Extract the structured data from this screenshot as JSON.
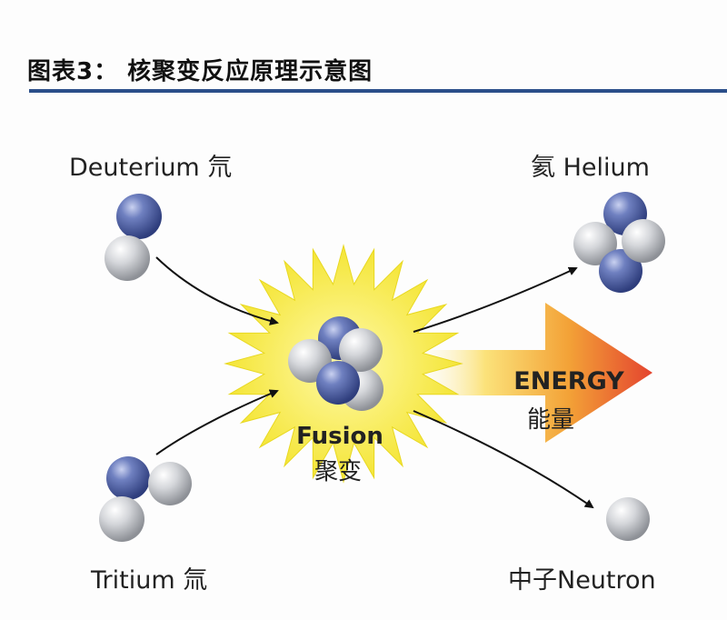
{
  "title": "图表3：  核聚变反应原理示意图",
  "labels": {
    "deuterium": "Deuterium 氘",
    "tritium": "Tritium 氚",
    "helium": "氦 Helium",
    "neutron": "中子Neutron",
    "fusion": "Fusion",
    "fusion_cn": "聚变",
    "energy": "ENERGY",
    "energy_cn": "能量"
  },
  "colors": {
    "rule": "#2b4f8a",
    "proton": "#4a5d9e",
    "neutron": "#c9cbd0",
    "burst": "#f6ea3c",
    "arrow_start": "#fff4b0",
    "arrow_end": "#e8503a"
  }
}
